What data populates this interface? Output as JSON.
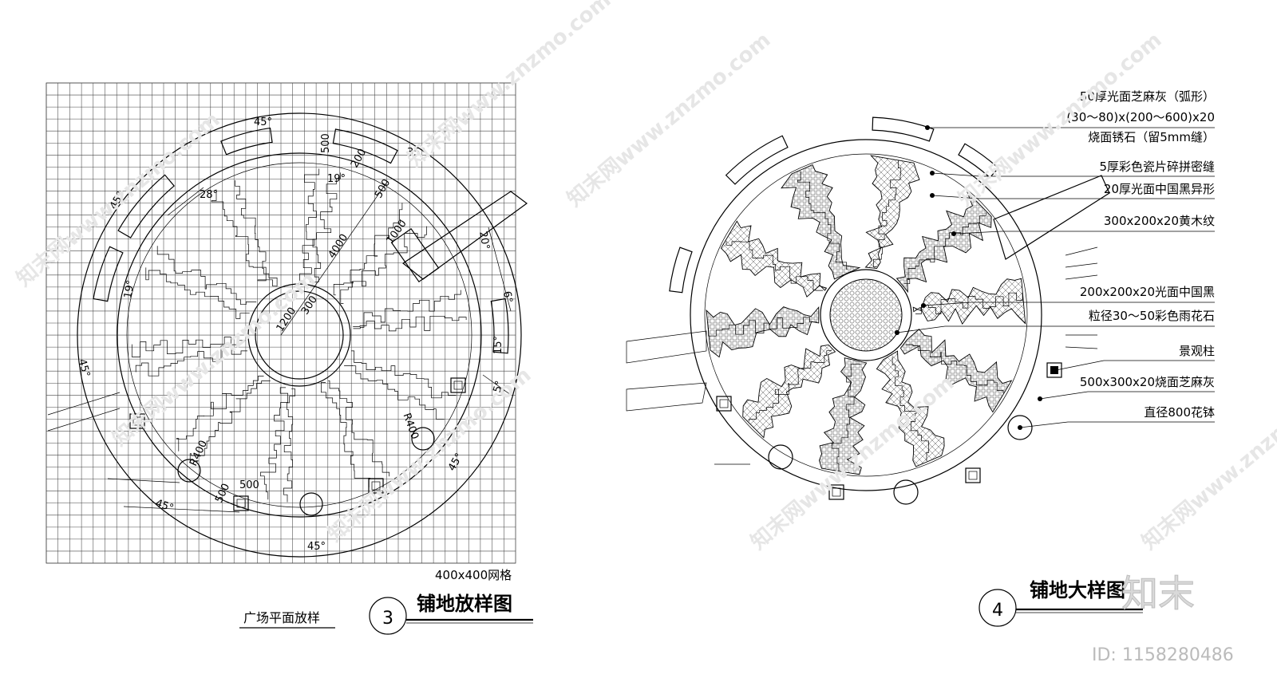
{
  "left_plan": {
    "dimensions": {
      "a45_top": "45°",
      "a35": "35°",
      "a28": "28°",
      "a19_top": "19°",
      "v500_box": "500",
      "v200": "200",
      "v500_diag": "500",
      "v1000": "1000",
      "v4000": "4000",
      "v1200": "1200",
      "v300": "300",
      "a20_right": "20°",
      "a6_right": "6°",
      "a15": "15°",
      "a5": "5°",
      "a19_left": "19°",
      "a45_left_upper": "45°",
      "a45_left_lower": "45°",
      "r400_left": "R400",
      "r400_right": "R400",
      "a45_right_lower": "45°",
      "v500_bottom": "500",
      "v500_bottom_v": "500",
      "a45_bottom_left": "45°",
      "a45_bottom": "45°"
    },
    "grid_note": "400x400网格",
    "subtitle": "广场平面放样",
    "number": "3",
    "title": "铺地放样图"
  },
  "right_detail": {
    "labels": [
      "50厚光面芝麻灰（弧形）",
      "(30～80)x(200～600)x20",
      "烧面锈石（留5mm缝）",
      "5厚彩色瓷片碎拼密缝",
      "20厚光面中国黑异形",
      "300x200x20黄木纹",
      "200x200x20光面中国黑",
      "粒径30～50彩色雨花石",
      "景观柱",
      "500x300x20烧面芝麻灰",
      "直径800花钵"
    ],
    "number": "4",
    "title": "铺地大样图"
  },
  "watermark": {
    "logo": "知末",
    "id": "ID: 1158280486",
    "repeat_text": "知末网www.znzmo.com"
  }
}
